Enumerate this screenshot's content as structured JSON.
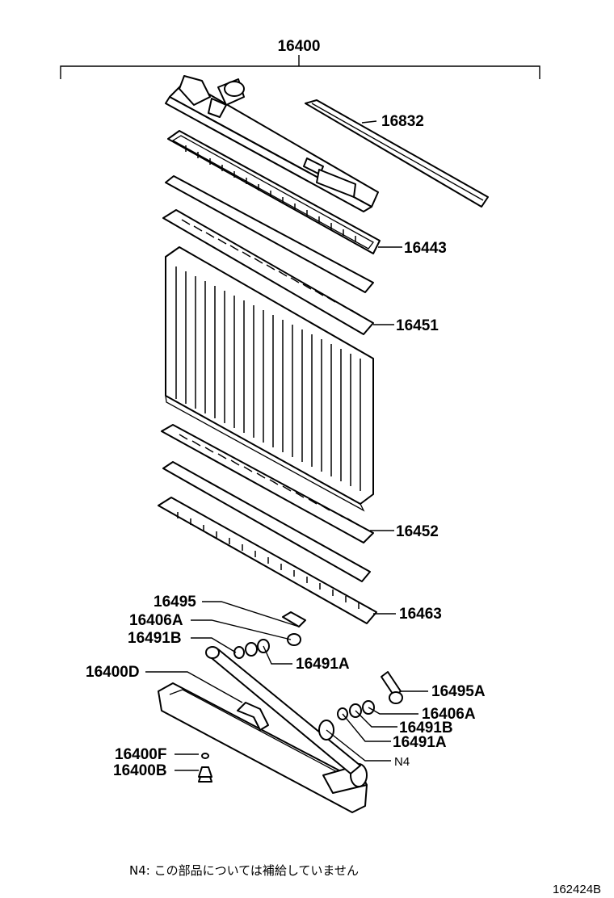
{
  "assembly_label": "16400",
  "labels": {
    "p16832": "16832",
    "p16443": "16443",
    "p16451": "16451",
    "p16452": "16452",
    "p16463": "16463",
    "p16495": "16495",
    "p16406A_left": "16406A",
    "p16491B_left": "16491B",
    "p16491A_left": "16491A",
    "p16400D": "16400D",
    "p16495A": "16495A",
    "p16406A_right": "16406A",
    "p16491B_right": "16491B",
    "p16491A_right": "16491A",
    "n4": "N4",
    "p16400F": "16400F",
    "p16400B": "16400B"
  },
  "footnote": "N4: この部品については補給していません",
  "diagram_number": "162424B"
}
